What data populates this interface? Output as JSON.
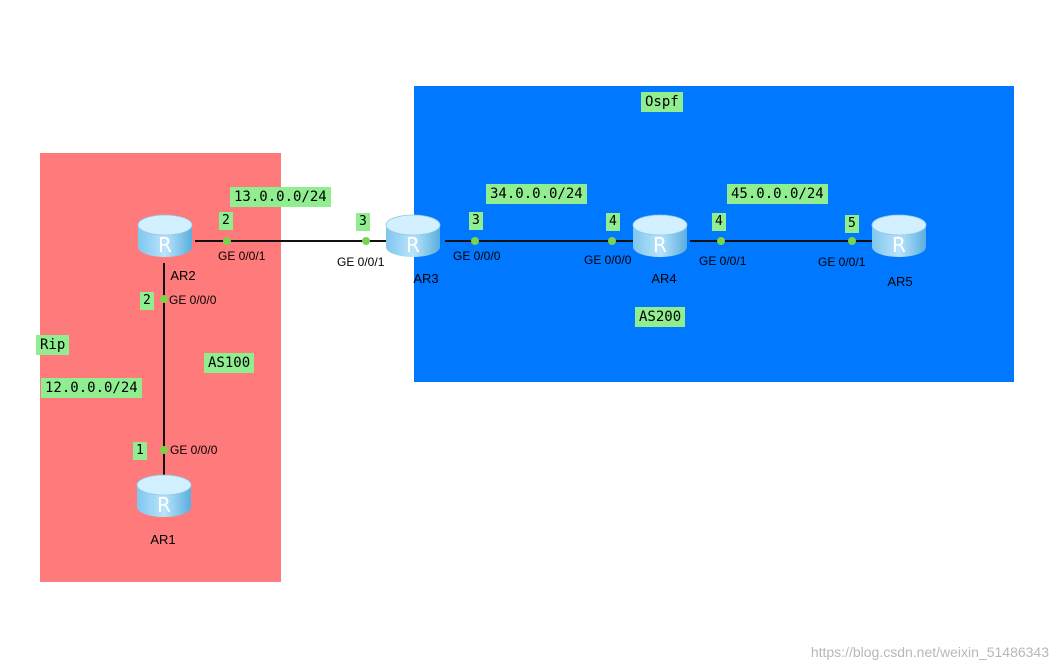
{
  "zones": {
    "rip": {
      "label": "Rip",
      "as_label": "AS100",
      "color": "#ff7b7b"
    },
    "ospf": {
      "label": "Ospf",
      "as_label": "AS200",
      "color": "#0078ff"
    }
  },
  "routers": {
    "ar1": "AR1",
    "ar2": "AR2",
    "ar3": "AR3",
    "ar4": "AR4",
    "ar5": "AR5",
    "icon_letter": "R"
  },
  "networks": {
    "ar1_ar2": "12.0.0.0/24",
    "ar2_ar3": "13.0.0.0/24",
    "ar3_ar4": "34.0.0.0/24",
    "ar4_ar5": "45.0.0.0/24"
  },
  "interfaces": {
    "ar1_g000": {
      "port": "GE 0/0/0",
      "host": "1"
    },
    "ar2_g000": {
      "port": "GE 0/0/0",
      "host": "2"
    },
    "ar2_g001": {
      "port": "GE 0/0/1",
      "host": "2"
    },
    "ar3_g001": {
      "port": "GE 0/0/1",
      "host": "3"
    },
    "ar3_g000": {
      "port": "GE 0/0/0",
      "host": "3"
    },
    "ar4_g000": {
      "port": "GE 0/0/0",
      "host": "4"
    },
    "ar4_g001": {
      "port": "GE 0/0/1",
      "host": "4"
    },
    "ar5_g001": {
      "port": "GE 0/0/1",
      "host": "5"
    }
  },
  "colors": {
    "link": "#111111",
    "port_dot": "#7cd34a",
    "label_bg": "#90ee90"
  },
  "watermark": "https://blog.csdn.net/weixin_51486343"
}
